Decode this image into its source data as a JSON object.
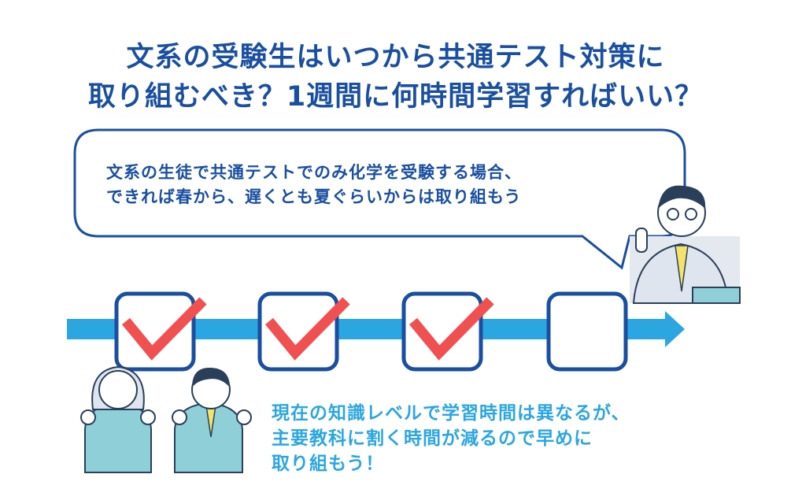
{
  "title": {
    "line1": "文系の受験生はいつから共通テスト対策に",
    "line2": "取り組むべき？1週間に何時間学習すればいい？"
  },
  "speech_bubble": {
    "line1": "文系の生徒で共通テストでのみ化学を受験する場合、",
    "line2": "できれば春から、遅くとも夏ぐらいからは取り組もう"
  },
  "timeline": {
    "steps": [
      {
        "checked": true
      },
      {
        "checked": true
      },
      {
        "checked": true
      },
      {
        "checked": false
      }
    ]
  },
  "message": {
    "line1": "現在の知識レベルで学習時間は異なるが、",
    "line2": "主要教科に割く時間が減るので早めに",
    "line3": "取り組もう！"
  },
  "colors": {
    "title": "#1a4fa0",
    "arrow": "#2ca6e0",
    "check": "#f05050",
    "message": "#2ca6e0"
  }
}
